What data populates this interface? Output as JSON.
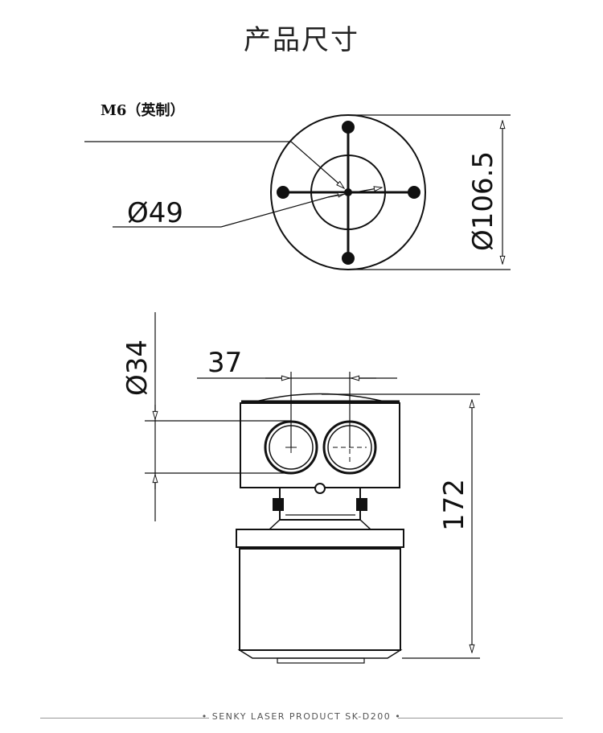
{
  "title": "产品尺寸",
  "top_view": {
    "mount_label": "M6（英制）",
    "inner_diameter_label": "Ø49",
    "outer_diameter_label": "Ø106.5"
  },
  "front_view": {
    "lens_diameter_label": "Ø34",
    "lens_spacing_label": "37",
    "height_label": "172"
  },
  "footer": {
    "text": "• SENKY LASER PRODUCT SK-D200 •"
  }
}
